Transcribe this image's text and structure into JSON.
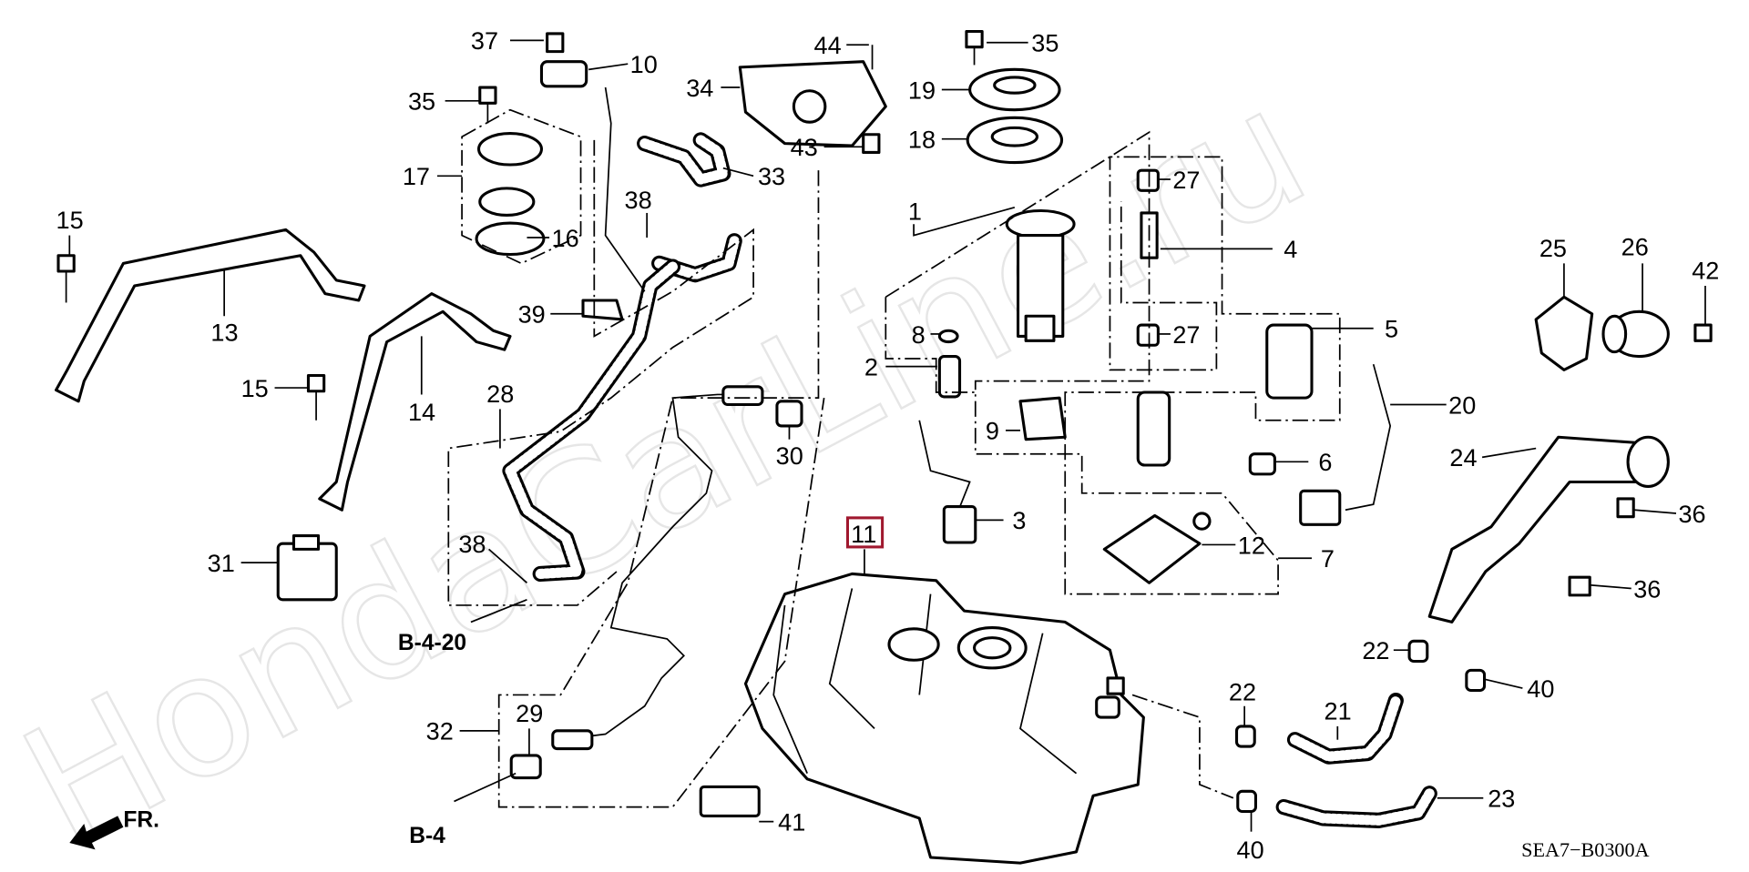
{
  "diagram": {
    "watermark": "HondaCarLine.ru",
    "drawing_code": "SEA7−B0300A",
    "highlighted_callout": "11",
    "highlight_color": "#a0182e",
    "references": [
      "B-4-20",
      "B-4"
    ],
    "front_marker": "FR.",
    "callouts": [
      "37",
      "10",
      "44",
      "35",
      "34",
      "19",
      "35",
      "18",
      "43",
      "33",
      "17",
      "27",
      "38",
      "1",
      "15",
      "16",
      "4",
      "25",
      "26",
      "42",
      "13",
      "39",
      "8",
      "27",
      "5",
      "2",
      "15",
      "14",
      "28",
      "20",
      "9",
      "30",
      "6",
      "24",
      "3",
      "11",
      "36",
      "38",
      "12",
      "7",
      "31",
      "36",
      "22",
      "40",
      "22",
      "29",
      "21",
      "32",
      "23",
      "41",
      "40"
    ]
  }
}
